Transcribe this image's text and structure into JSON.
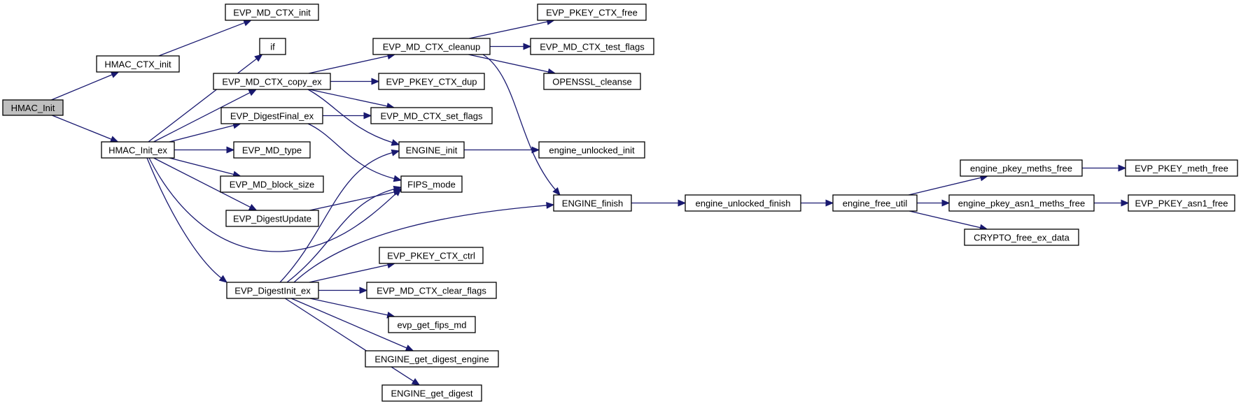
{
  "colors": {
    "edge": "#191970",
    "root_fill": "#bfbfbf",
    "node_fill": "#ffffff",
    "node_border": "#000000"
  },
  "nodes": [
    {
      "id": "HMAC_Init",
      "label": "HMAC_Init",
      "root": true
    },
    {
      "id": "HMAC_CTX_init",
      "label": "HMAC_CTX_init"
    },
    {
      "id": "HMAC_Init_ex",
      "label": "HMAC_Init_ex"
    },
    {
      "id": "EVP_MD_CTX_init",
      "label": "EVP_MD_CTX_init"
    },
    {
      "id": "if",
      "label": "if"
    },
    {
      "id": "EVP_MD_CTX_copy_ex",
      "label": "EVP_MD_CTX_copy_ex"
    },
    {
      "id": "EVP_DigestFinal_ex",
      "label": "EVP_DigestFinal_ex"
    },
    {
      "id": "EVP_MD_type",
      "label": "EVP_MD_type"
    },
    {
      "id": "EVP_MD_block_size",
      "label": "EVP_MD_block_size"
    },
    {
      "id": "EVP_DigestUpdate",
      "label": "EVP_DigestUpdate"
    },
    {
      "id": "EVP_DigestInit_ex",
      "label": "EVP_DigestInit_ex"
    },
    {
      "id": "EVP_MD_CTX_cleanup",
      "label": "EVP_MD_CTX_cleanup"
    },
    {
      "id": "EVP_PKEY_CTX_dup",
      "label": "EVP_PKEY_CTX_dup"
    },
    {
      "id": "EVP_MD_CTX_set_flags",
      "label": "EVP_MD_CTX_set_flags"
    },
    {
      "id": "ENGINE_init",
      "label": "ENGINE_init"
    },
    {
      "id": "FIPS_mode",
      "label": "FIPS_mode"
    },
    {
      "id": "EVP_PKEY_CTX_ctrl",
      "label": "EVP_PKEY_CTX_ctrl"
    },
    {
      "id": "EVP_MD_CTX_clear_flags",
      "label": "EVP_MD_CTX_clear_flags"
    },
    {
      "id": "evp_get_fips_md",
      "label": "evp_get_fips_md"
    },
    {
      "id": "ENGINE_get_digest_engine",
      "label": "ENGINE_get_digest_engine"
    },
    {
      "id": "ENGINE_get_digest",
      "label": "ENGINE_get_digest"
    },
    {
      "id": "EVP_PKEY_CTX_free",
      "label": "EVP_PKEY_CTX_free"
    },
    {
      "id": "EVP_MD_CTX_test_flags",
      "label": "EVP_MD_CTX_test_flags"
    },
    {
      "id": "OPENSSL_cleanse",
      "label": "OPENSSL_cleanse"
    },
    {
      "id": "engine_unlocked_init",
      "label": "engine_unlocked_init"
    },
    {
      "id": "ENGINE_finish",
      "label": "ENGINE_finish"
    },
    {
      "id": "engine_unlocked_finish",
      "label": "engine_unlocked_finish"
    },
    {
      "id": "engine_free_util",
      "label": "engine_free_util"
    },
    {
      "id": "engine_pkey_meths_free",
      "label": "engine_pkey_meths_free"
    },
    {
      "id": "engine_pkey_asn1_meths_free",
      "label": "engine_pkey_asn1_meths_free"
    },
    {
      "id": "CRYPTO_free_ex_data",
      "label": "CRYPTO_free_ex_data"
    },
    {
      "id": "EVP_PKEY_meth_free",
      "label": "EVP_PKEY_meth_free"
    },
    {
      "id": "EVP_PKEY_asn1_free",
      "label": "EVP_PKEY_asn1_free"
    }
  ],
  "edges": [
    [
      "HMAC_Init",
      "HMAC_CTX_init"
    ],
    [
      "HMAC_Init",
      "HMAC_Init_ex"
    ],
    [
      "HMAC_CTX_init",
      "EVP_MD_CTX_init"
    ],
    [
      "HMAC_Init_ex",
      "if"
    ],
    [
      "HMAC_Init_ex",
      "EVP_MD_CTX_copy_ex"
    ],
    [
      "HMAC_Init_ex",
      "EVP_DigestFinal_ex"
    ],
    [
      "HMAC_Init_ex",
      "EVP_MD_type"
    ],
    [
      "HMAC_Init_ex",
      "EVP_MD_block_size"
    ],
    [
      "HMAC_Init_ex",
      "EVP_DigestUpdate"
    ],
    [
      "HMAC_Init_ex",
      "FIPS_mode"
    ],
    [
      "HMAC_Init_ex",
      "EVP_DigestInit_ex"
    ],
    [
      "EVP_MD_CTX_copy_ex",
      "EVP_MD_CTX_cleanup"
    ],
    [
      "EVP_MD_CTX_copy_ex",
      "EVP_PKEY_CTX_dup"
    ],
    [
      "EVP_MD_CTX_copy_ex",
      "EVP_MD_CTX_set_flags"
    ],
    [
      "EVP_MD_CTX_copy_ex",
      "ENGINE_init"
    ],
    [
      "EVP_DigestFinal_ex",
      "EVP_MD_CTX_set_flags"
    ],
    [
      "EVP_DigestFinal_ex",
      "FIPS_mode"
    ],
    [
      "EVP_DigestUpdate",
      "FIPS_mode"
    ],
    [
      "EVP_DigestInit_ex",
      "ENGINE_init"
    ],
    [
      "EVP_DigestInit_ex",
      "FIPS_mode"
    ],
    [
      "EVP_DigestInit_ex",
      "ENGINE_finish"
    ],
    [
      "EVP_DigestInit_ex",
      "EVP_PKEY_CTX_ctrl"
    ],
    [
      "EVP_DigestInit_ex",
      "EVP_MD_CTX_clear_flags"
    ],
    [
      "EVP_DigestInit_ex",
      "evp_get_fips_md"
    ],
    [
      "EVP_DigestInit_ex",
      "ENGINE_get_digest_engine"
    ],
    [
      "EVP_DigestInit_ex",
      "ENGINE_get_digest"
    ],
    [
      "EVP_MD_CTX_cleanup",
      "EVP_PKEY_CTX_free"
    ],
    [
      "EVP_MD_CTX_cleanup",
      "EVP_MD_CTX_test_flags"
    ],
    [
      "EVP_MD_CTX_cleanup",
      "OPENSSL_cleanse"
    ],
    [
      "EVP_MD_CTX_cleanup",
      "ENGINE_finish"
    ],
    [
      "ENGINE_init",
      "engine_unlocked_init"
    ],
    [
      "ENGINE_finish",
      "engine_unlocked_finish"
    ],
    [
      "engine_unlocked_finish",
      "engine_free_util"
    ],
    [
      "engine_free_util",
      "engine_pkey_meths_free"
    ],
    [
      "engine_free_util",
      "engine_pkey_asn1_meths_free"
    ],
    [
      "engine_free_util",
      "CRYPTO_free_ex_data"
    ],
    [
      "engine_pkey_meths_free",
      "EVP_PKEY_meth_free"
    ],
    [
      "engine_pkey_asn1_meths_free",
      "EVP_PKEY_asn1_free"
    ]
  ]
}
